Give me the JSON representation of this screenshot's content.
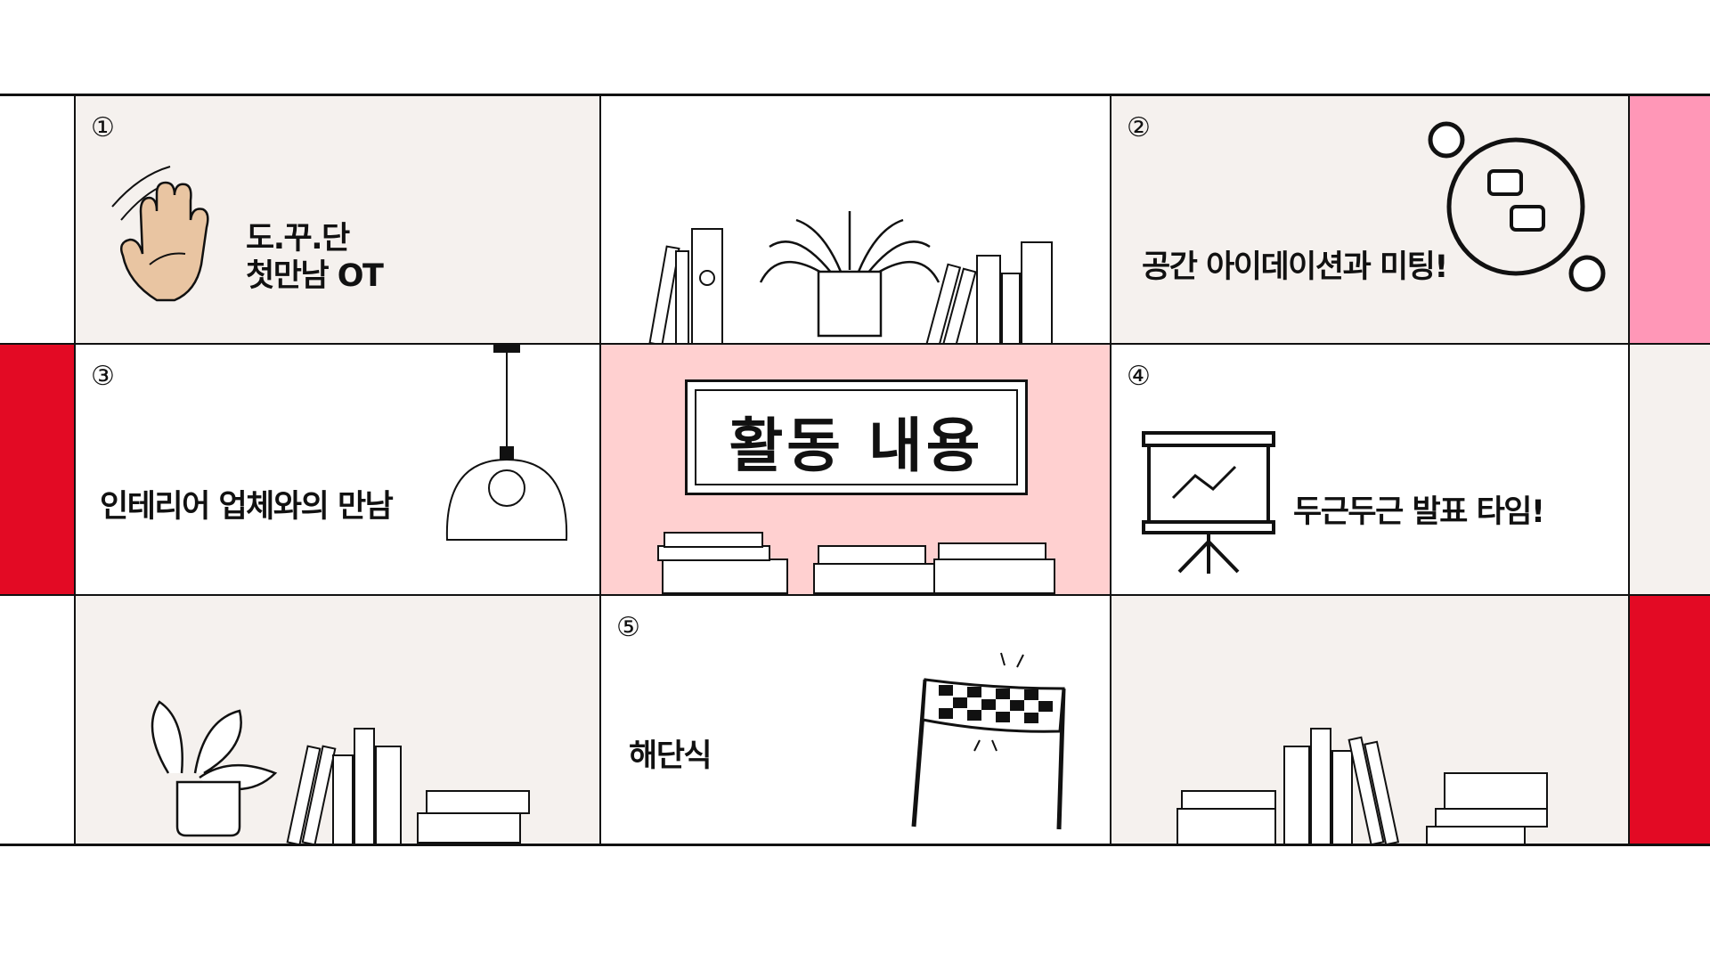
{
  "title": "활동 내용",
  "items": [
    {
      "number": "①",
      "label": "도.꾸.단\n첫만남 OT",
      "icon": "waving-hand-icon"
    },
    {
      "number": "②",
      "label": "공간 아이데이션과 미팅!",
      "icon": "people-chat-icon"
    },
    {
      "number": "③",
      "label": "인테리어 업체와의 만남",
      "icon": "pendant-lamp-icon"
    },
    {
      "number": "④",
      "label": "두근두근 발표 타임!",
      "icon": "presentation-board-icon"
    },
    {
      "number": "⑤",
      "label": "해단식",
      "icon": "finish-flag-icon"
    }
  ],
  "colors": {
    "beige": "#f5f1ee",
    "pink_light": "#ffd0d0",
    "pink": "#ff97b7",
    "red": "#e30a24",
    "line": "#111111"
  }
}
